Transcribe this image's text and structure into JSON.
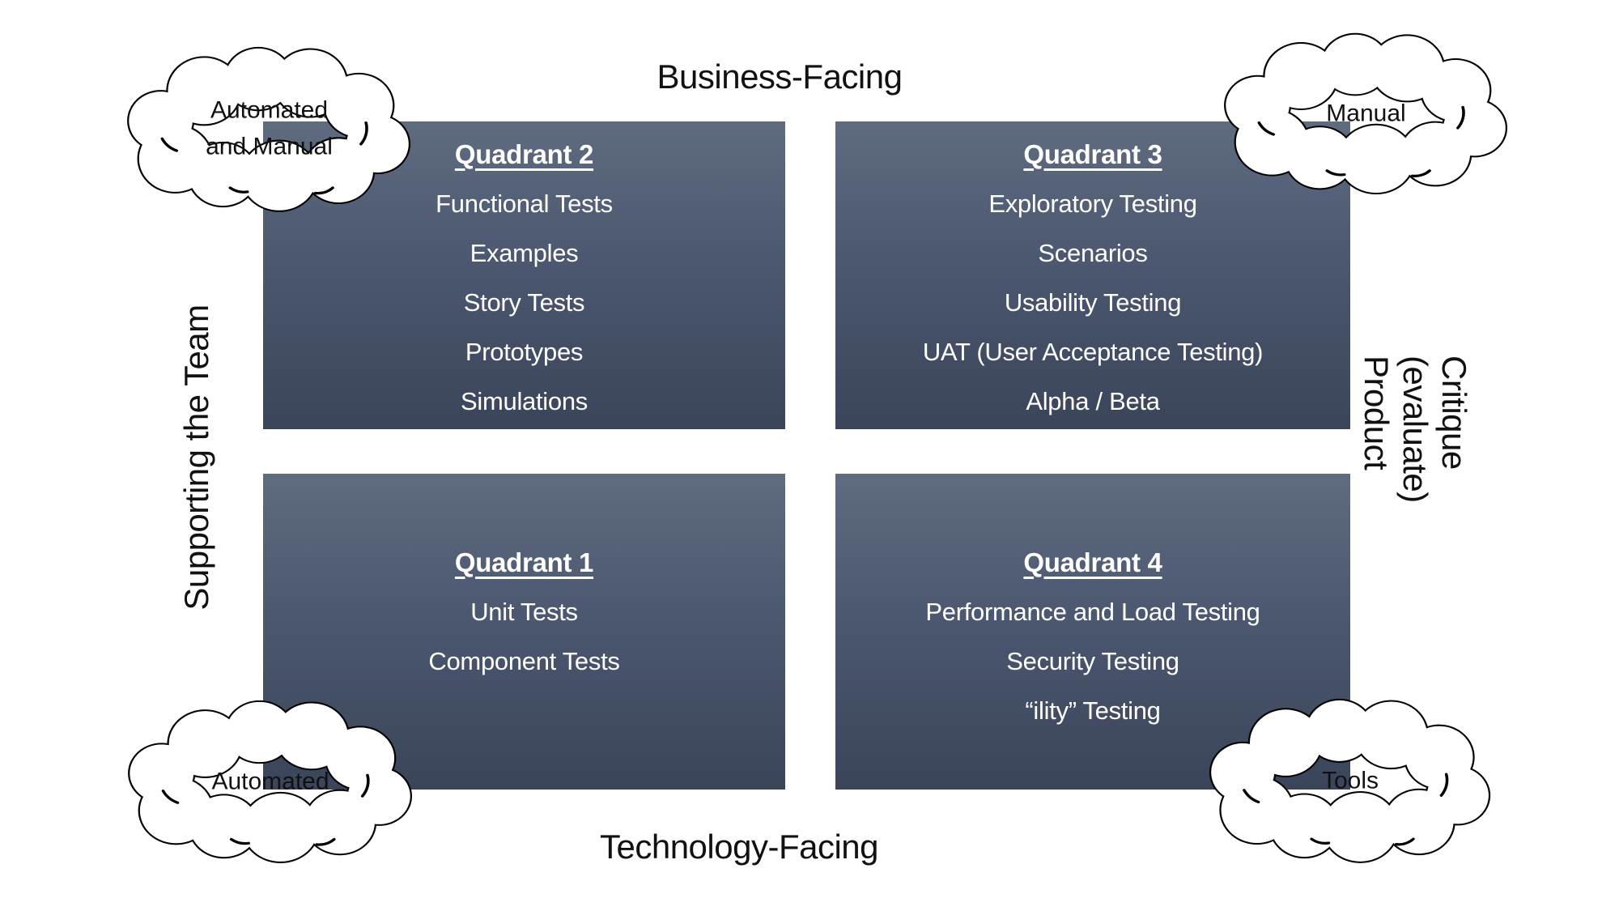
{
  "axes": {
    "top": "Business-Facing",
    "bottom": "Technology-Facing",
    "left": "Supporting the Team",
    "right": "Critique (evaluate) Product"
  },
  "clouds": [
    {
      "position": "top-left",
      "lines": [
        "Automated",
        "and Manual"
      ]
    },
    {
      "position": "top-right",
      "lines": [
        "Manual"
      ]
    },
    {
      "position": "bottom-left",
      "lines": [
        "Automated"
      ]
    },
    {
      "position": "bottom-right",
      "lines": [
        "Tools"
      ]
    }
  ],
  "quadrants": [
    {
      "position": "top-left",
      "title": "Quadrant 2",
      "items": [
        "Functional Tests",
        "Examples",
        "Story Tests",
        "Prototypes",
        "Simulations"
      ]
    },
    {
      "position": "top-right",
      "title": "Quadrant 3",
      "items": [
        "Exploratory Testing",
        "Scenarios",
        "Usability Testing",
        "UAT (User Acceptance Testing)",
        "Alpha / Beta"
      ]
    },
    {
      "position": "bottom-left",
      "title": "Quadrant 1",
      "items": [
        "Unit Tests",
        "Component Tests"
      ]
    },
    {
      "position": "bottom-right",
      "title": "Quadrant 4",
      "items": [
        "Performance and Load Testing",
        "Security Testing",
        "“ility” Testing"
      ]
    }
  ],
  "colors": {
    "box_gradient_top": "#5F6B7F",
    "box_gradient_bottom": "#3A455A",
    "box_text": "#FFFFFF",
    "label_text": "#111111",
    "cloud_fill": "#FFFFFF",
    "cloud_stroke": "#000000"
  }
}
